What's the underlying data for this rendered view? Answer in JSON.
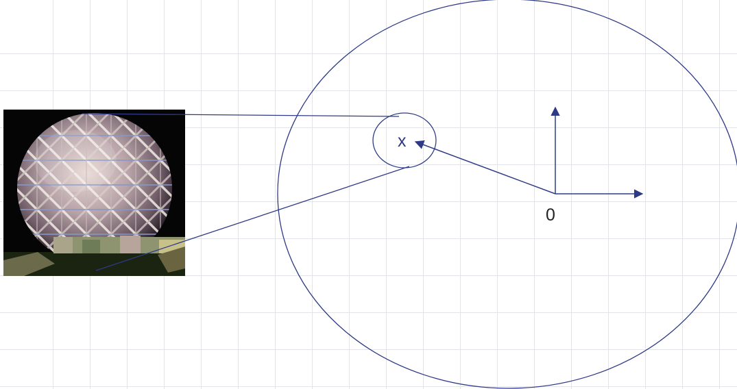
{
  "diagram": {
    "point_label": "x",
    "origin_label": "0",
    "colors": {
      "stroke": "#2e3a87",
      "background": "#ffffff",
      "grid": "#e3e3ea"
    },
    "image": {
      "description_icon": "lattice-sphere-image"
    }
  }
}
